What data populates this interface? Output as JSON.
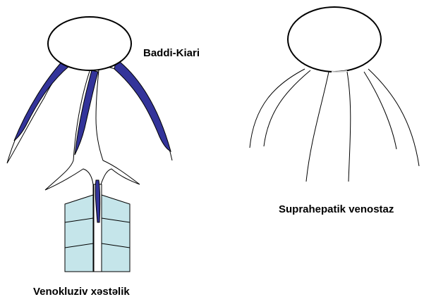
{
  "labels": {
    "budd_chiari": "Baddi-Kiari",
    "suprahepatic": "Suprahepatik venostaz",
    "venoocclusive": "Venokluziv xəstəlik"
  },
  "colors": {
    "thrombus": "#33349a",
    "sinusoid_fill": "#c5e5ea",
    "outline": "#000000",
    "background": "#ffffff"
  }
}
